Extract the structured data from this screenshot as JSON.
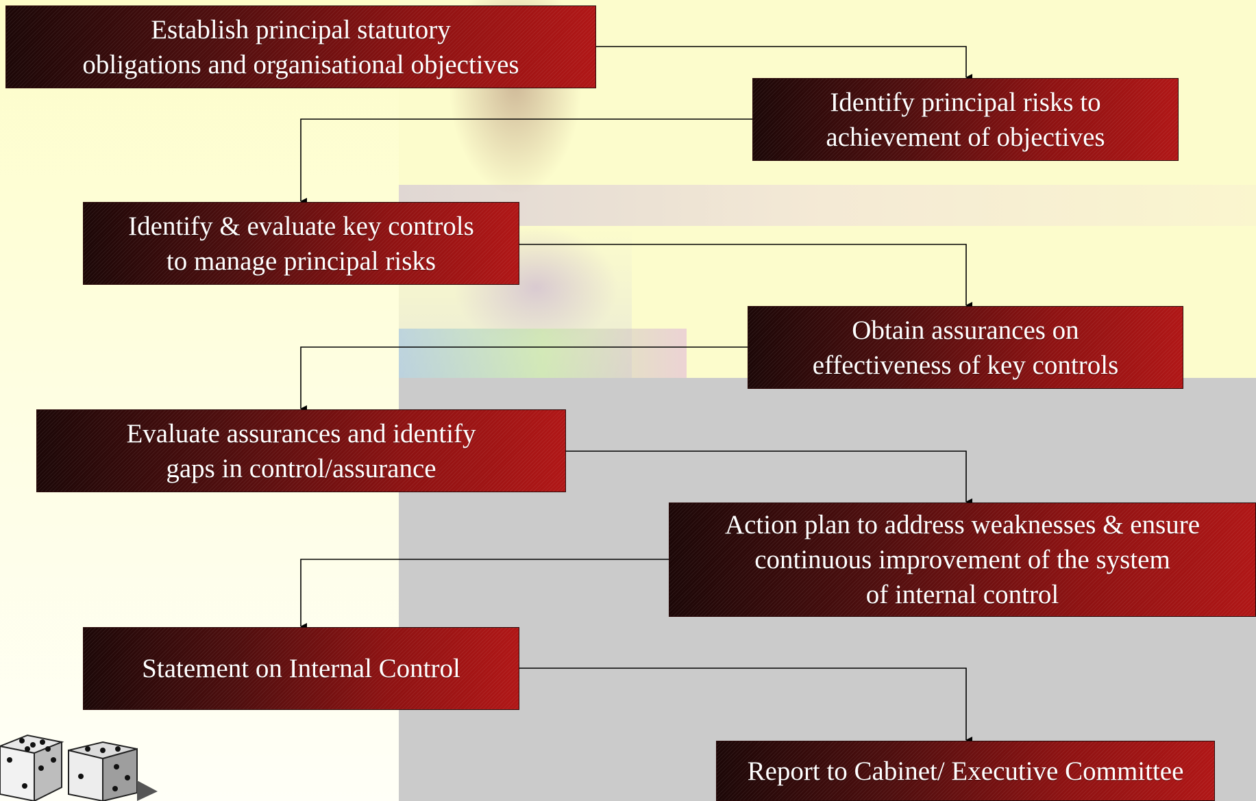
{
  "steps": [
    "Establish principal statutory\nobligations and organisational objectives",
    "Identify principal risks to\nachievement of objectives",
    "Identify & evaluate key controls\nto manage principal risks",
    "Obtain assurances on\neffectiveness of key controls",
    "Evaluate assurances and identify\ngaps in control/assurance",
    "Action plan to address weaknesses & ensure\ncontinuous improvement of the system\nof internal control",
    "Statement on Internal Control",
    "Report to Cabinet/ Executive Committee"
  ],
  "colors": {
    "box_dark": "#1c0707",
    "box_light": "#b01616",
    "text": "#ffffff",
    "connector": "#000000"
  }
}
